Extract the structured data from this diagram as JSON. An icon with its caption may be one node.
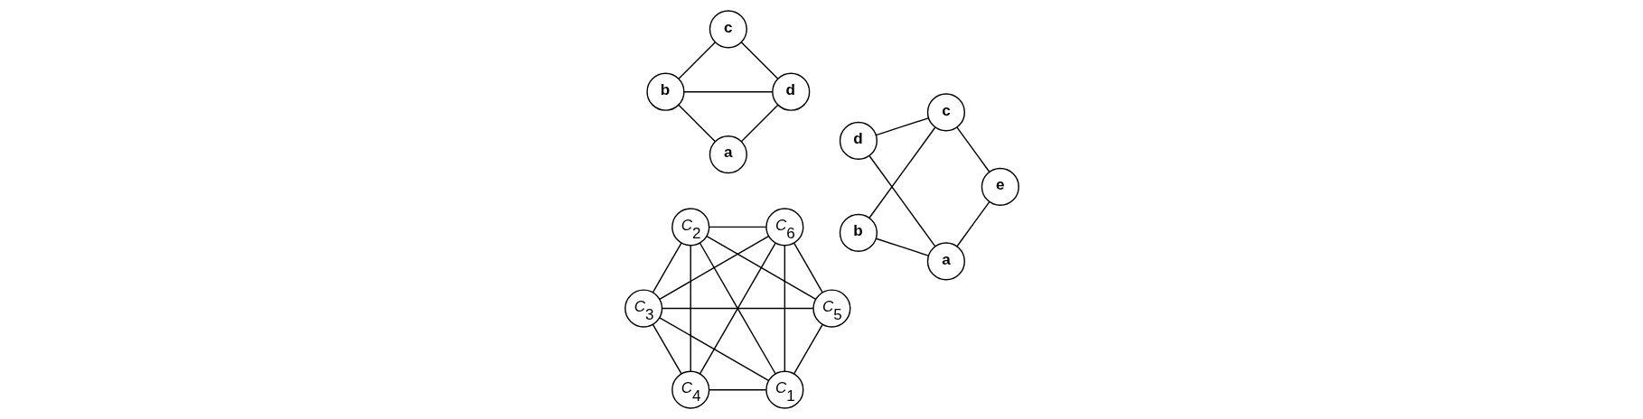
{
  "diagram": {
    "nodes": [
      {
        "text": [
          "a"
        ]
      },
      {
        "text": [
          "b"
        ]
      },
      {
        "text": [
          "d"
        ]
      },
      {
        "text": [
          "c"
        ]
      },
      {
        "text": [
          "a"
        ]
      },
      {
        "text": [
          "b"
        ]
      },
      {
        "text": [
          "e"
        ]
      },
      {
        "text": [
          "c"
        ]
      },
      {
        "text": [
          "d"
        ]
      },
      {
        "text": [
          "C$_{1}$"
        ]
      },
      {
        "text": [
          "C$_{2}$"
        ]
      },
      {
        "text": [
          "C$_{6}$"
        ]
      },
      {
        "text": [
          "C$_{3}$"
        ]
      },
      {
        "text": [
          "C$_{5}$"
        ]
      },
      {
        "text": [
          "C$_{4}$"
        ]
      }
    ],
    "edges": [
      {
        "from": 0,
        "to": 1,
        "arrow": "none"
      },
      {
        "from": 0,
        "to": 2,
        "arrow": "none"
      },
      {
        "from": 1,
        "to": 2,
        "arrow": "none"
      },
      {
        "from": 1,
        "to": 3,
        "arrow": "none"
      },
      {
        "from": 2,
        "to": 3,
        "arrow": "none"
      },
      {
        "from": 4,
        "to": 5,
        "arrow": "none"
      },
      {
        "from": 4,
        "to": 6,
        "arrow": "none"
      },
      {
        "from": 4,
        "to": 8,
        "arrow": "none"
      },
      {
        "from": 6,
        "to": 7,
        "arrow": "none"
      },
      {
        "from": 5,
        "to": 7,
        "arrow": "none"
      },
      {
        "from": 7,
        "to": 8,
        "arrow": "none"
      },
      {
        "from": 9,
        "to": 10,
        "arrow": "none"
      },
      {
        "from": 9,
        "to": 11,
        "arrow": "none"
      },
      {
        "from": 9,
        "to": 13,
        "arrow": "none"
      },
      {
        "from": 9,
        "to": 14,
        "arrow": "none"
      },
      {
        "from": 9,
        "to": 12,
        "arrow": "none"
      },
      {
        "from": 10,
        "to": 11,
        "arrow": "none"
      },
      {
        "from": 10,
        "to": 12,
        "arrow": "none"
      },
      {
        "from": 10,
        "to": 13,
        "arrow": "none"
      },
      {
        "from": 10,
        "to": 14,
        "arrow": "none"
      },
      {
        "from": 11,
        "to": 12,
        "arrow": "none"
      },
      {
        "from": 11,
        "to": 13,
        "arrow": "none"
      },
      {
        "from": 11,
        "to": 14,
        "arrow": "none"
      },
      {
        "from": 12,
        "to": 13,
        "arrow": "none"
      },
      {
        "from": 12,
        "to": 14,
        "arrow": "none"
      }
    ]
  }
}
